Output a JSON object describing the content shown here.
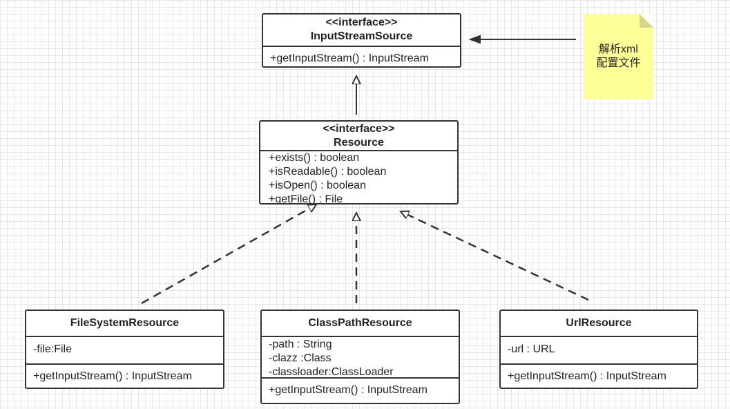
{
  "classes": {
    "input_stream_source": {
      "stereotype": "<<interface>>",
      "name": "InputStreamSource",
      "methods": [
        "+getInputStream() : InputStream"
      ]
    },
    "resource": {
      "stereotype": "<<interface>>",
      "name": "Resource",
      "methods": [
        "+exists() : boolean",
        "+isReadable() : boolean",
        "+isOpen() : boolean",
        "+getFile() : File"
      ]
    },
    "file_system_resource": {
      "name": "FileSystemResource",
      "fields": [
        "-file:File"
      ],
      "methods": [
        "+getInputStream() : InputStream"
      ]
    },
    "class_path_resource": {
      "name": "ClassPathResource",
      "fields": [
        "-path : String",
        "-clazz :Class",
        "-classloader:ClassLoader"
      ],
      "methods": [
        "+getInputStream() : InputStream"
      ]
    },
    "url_resource": {
      "name": "UrlResource",
      "fields": [
        "-url : URL"
      ],
      "methods": [
        "+getInputStream() : InputStream"
      ]
    }
  },
  "note": {
    "lines": [
      "解析xml",
      "配置文件"
    ]
  },
  "colors": {
    "note_bg": "#ffff99",
    "line": "#333333"
  }
}
